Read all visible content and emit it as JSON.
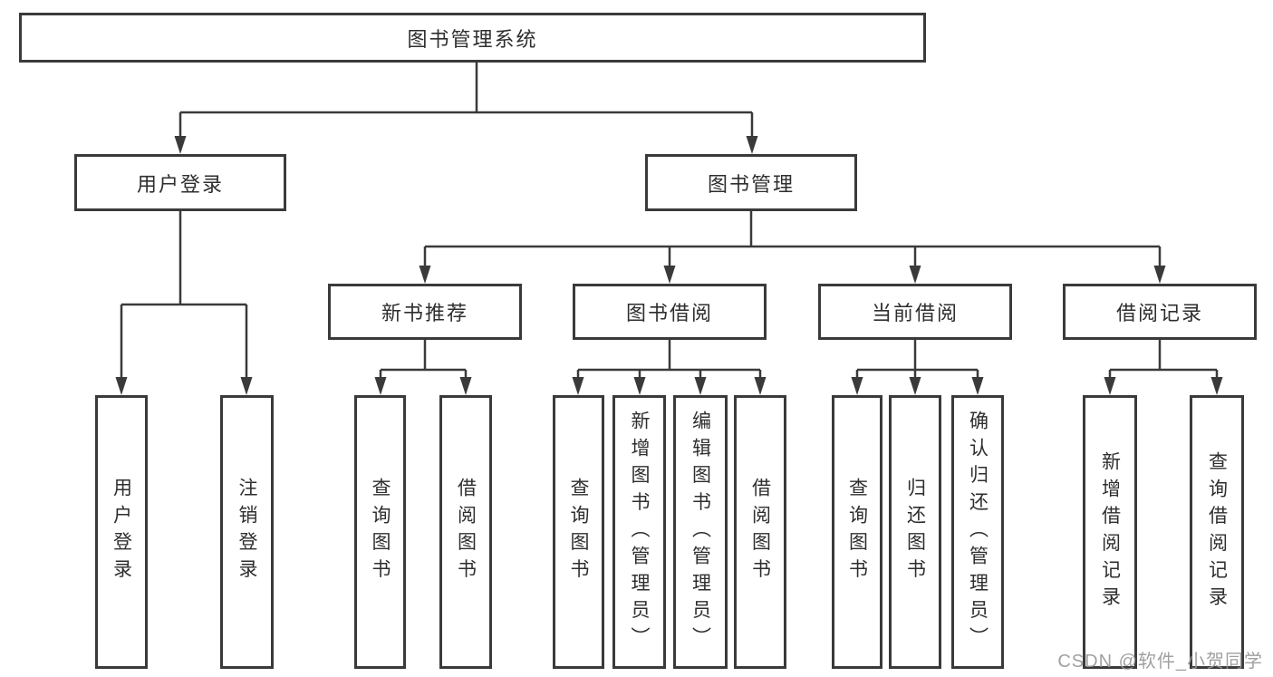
{
  "tree": {
    "label": "图书管理系统",
    "children": [
      {
        "label": "用户登录",
        "children": [
          {
            "label": "用户登录"
          },
          {
            "label": "注销登录"
          }
        ]
      },
      {
        "label": "图书管理",
        "children": [
          {
            "label": "新书推荐",
            "children": [
              {
                "label": "查询图书"
              },
              {
                "label": "借阅图书"
              }
            ]
          },
          {
            "label": "图书借阅",
            "children": [
              {
                "label": "查询图书"
              },
              {
                "label": "新增图书（管理员）"
              },
              {
                "label": "编辑图书（管理员）"
              },
              {
                "label": "借阅图书"
              }
            ]
          },
          {
            "label": "当前借阅",
            "children": [
              {
                "label": "查询图书"
              },
              {
                "label": "归还图书"
              },
              {
                "label": "确认归还（管理员）"
              }
            ]
          },
          {
            "label": "借阅记录",
            "children": [
              {
                "label": "新增借阅记录"
              },
              {
                "label": "查询借阅记录"
              }
            ]
          }
        ]
      }
    ]
  },
  "watermark": {
    "text": "CSDN @软件_小贺同学"
  },
  "colors": {
    "line": "#3a3a3a",
    "text": "#2e2e2e",
    "watermark": "#969696"
  }
}
